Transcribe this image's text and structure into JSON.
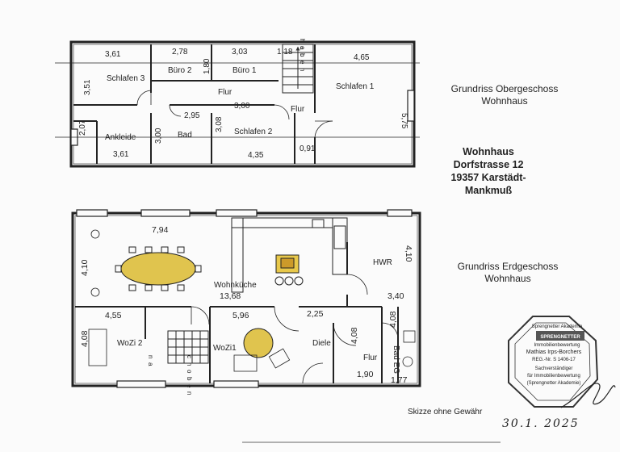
{
  "upper": {
    "caption_line1": "Grundriss Obergeschoss",
    "caption_line2": "Wohnhaus",
    "rooms": [
      "Schlafen 3",
      "Büro 2",
      "Büro 1",
      "Schlafen 1",
      "Flur",
      "Flur",
      "Bad",
      "Schlafen 2",
      "Ankleide"
    ],
    "dims": [
      "3,61",
      "2,78",
      "1,80",
      "3,03",
      "1,18",
      "4,65",
      "3,51",
      "2,95",
      "3,00",
      "3,00",
      "3,08",
      "5,75",
      "2,07",
      "3,61",
      "4,35",
      "0,91"
    ],
    "stair_letters": [
      "n",
      "a",
      "c",
      "h",
      "o",
      "b",
      "e",
      "n"
    ]
  },
  "address": {
    "line1": "Wohnhaus",
    "line2": "Dorfstrasse 12",
    "line3": "19357 Karstädt-",
    "line4": "Mankmuß"
  },
  "ground": {
    "caption_line1": "Grundriss Erdgeschoss",
    "caption_line2": "Wohnhaus",
    "rooms": [
      "Wohnküche",
      "HWR",
      "WoZi 2",
      "WoZi1",
      "Diele",
      "Flur",
      "Bad EG"
    ],
    "dims": [
      "7,94",
      "4,10",
      "4,10",
      "13,68",
      "3,40",
      "4,55",
      "5,96",
      "2,25",
      "4,08",
      "4,08",
      "4,08",
      "1,90",
      "1,77"
    ],
    "stair_letters": [
      "n",
      "a",
      "c",
      "h",
      "o",
      "b",
      "e",
      "n"
    ]
  },
  "footer": {
    "disclaimer": "Skizze ohne Gewähr",
    "date": "30.1. 2025"
  },
  "stamp": {
    "top": "Sprengnetter Akademie",
    "brand": "SPRENGNETTER",
    "sub": "Immobilienbewertung",
    "name": "Mathias Irps-Borchers",
    "reg": "REG.-Nr. S 1406-17",
    "line1": "Sachverständiger",
    "line2": "für Immobilienbewertung",
    "line3": "(Sprengnetter Akademie)"
  }
}
